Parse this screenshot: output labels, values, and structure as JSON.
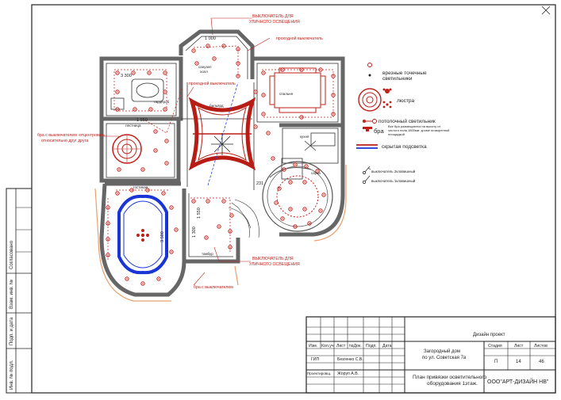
{
  "annotations": {
    "switch_street_top": [
      "ВЫКЛЮЧАТЕЛЬ ДЛЯ",
      "УЛИЧНОГО ОСВЕЩЕНИЯ"
    ],
    "pass_switch_top": "проходной выключатель",
    "pass_switch_mid": "проходной выключатель",
    "switch_street_bottom": [
      "ВЫКЛЮЧАТЕЛЬ ДЛЯ",
      "УЛИЧНОГО ОСВЕЩЕНИЯ"
    ],
    "bra_switch_left": [
      "бра с выключателем -отцентровать",
      "относительно друг друга"
    ],
    "bra_switch_bottom": "бра с выключателем"
  },
  "rooms": {
    "bath": "санузел",
    "hall": "холл",
    "bedroom": "спальня",
    "billiard": "бильярд",
    "kitchen": "кухня",
    "pool_room": "гостиная",
    "stair": "лестница",
    "sauna": "сауна",
    "wardrobe": "гардероб",
    "porch": "тамбур"
  },
  "dimensions": {
    "d1": "1 000",
    "d2": "3 300",
    "d3": "1 550",
    "d4": "3 500",
    "d5": "1 300",
    "d6": "1 550",
    "d7": "231"
  },
  "legend": {
    "spots": [
      "врезные точечные",
      "светильники"
    ],
    "chandelier": "люстра",
    "ceiling": "потолочный светильник",
    "bra_label": "бра",
    "bra_note": [
      "Все бра размещаются на высоту от",
      "чистого пола 1800мм ,кроме оговоренной",
      "площадкой"
    ],
    "hidden": "скрытая подсветка",
    "switch2": "выключатель 2клавишный",
    "switch1": "выключатель 1клавишный"
  },
  "side_stamp": {
    "agreed": "Согласовано",
    "inv_repl": "Взам. инв. №",
    "sign_date": "Подп. и дата",
    "inv_orig": "Инв. № подл."
  },
  "title_block": {
    "project": "Дизайн проект",
    "cols": [
      "Изм.",
      "Кол.уч",
      "Лист",
      "№Док.",
      "Подп.",
      "Дата"
    ],
    "gip_role": "ГИП",
    "gip_name": "Безгенко С.В.",
    "designer_role": "Проектировщ.",
    "designer_name": "Жоруп А.В.",
    "object": [
      "Загородный дом",
      "по ул. Советская 7а"
    ],
    "stage_h": "Стадия",
    "sheet_h": "Лист",
    "sheets_h": "Листов",
    "stage": "П",
    "sheet": "14",
    "sheets": "46",
    "drawing": [
      "План привязки осветительного",
      "оборудования 1этаж."
    ],
    "company": "ООО\"АРТ-ДИЗАЙН НВ\""
  },
  "colors": {
    "line": "#222222",
    "red": "#c0201a",
    "blue": "#1a35d6",
    "orange": "#e8a070",
    "wall": "#8a8a8a"
  }
}
